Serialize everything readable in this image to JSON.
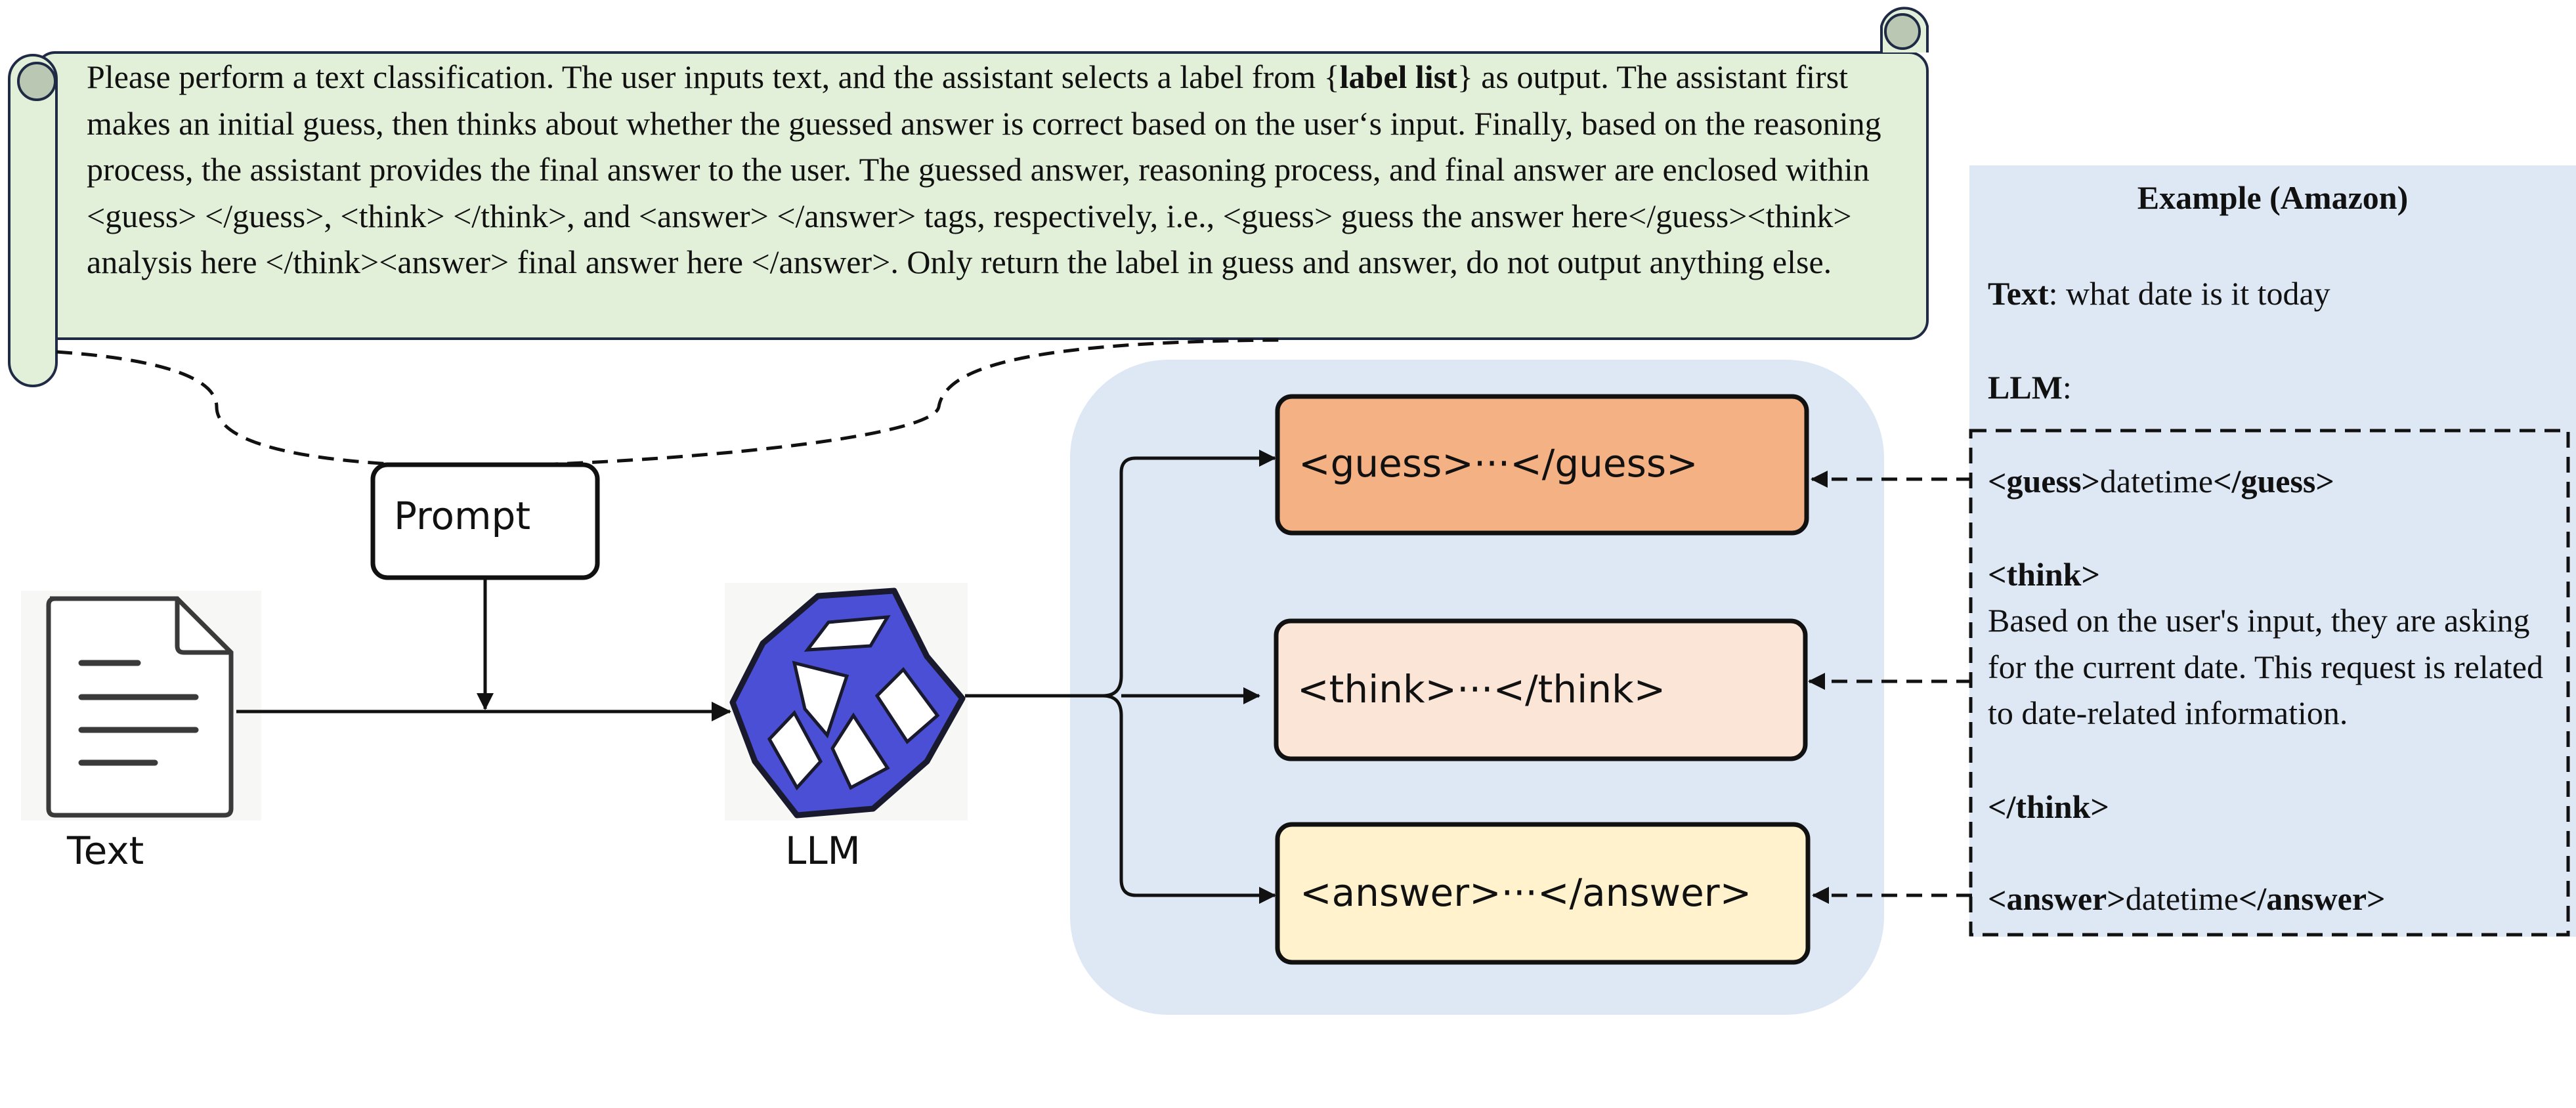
{
  "prompt_text": {
    "before_bold": "Please perform a text classification. The user inputs text, and the assistant selects a label from {",
    "bold": "label list",
    "after_bold": "} as output. The assistant first makes an initial guess, then thinks about whether the guessed answer is correct based on the user‘s input. Finally, based on the reasoning process, the assistant provides the final answer to the user. The guessed answer, reasoning process, and final answer are enclosed within <guess> </guess>, <think> </think>, and <answer> </answer> tags, respectively, i.e., <guess> guess the answer here</guess><think> analysis here </think><answer> final answer here </answer>. Only return the label in guess and answer, do not output anything else."
  },
  "nodes": {
    "prompt": "Prompt",
    "text": "Text",
    "llm": "LLM"
  },
  "outputs": {
    "guess": "<guess>···</guess>",
    "think": "<think>···</think>",
    "answer": "<answer>···</answer>"
  },
  "example": {
    "title": "Example (Amazon)",
    "text_label": "Text",
    "text_value": ": what date is it today",
    "llm_label": "LLM",
    "llm_colon": ":",
    "guess_open": "<guess>",
    "guess_value": "datetime",
    "guess_close": "</guess>",
    "think_open": "<think>",
    "think_body": "Based on the user's input, they are asking for the current date. This request is related to date-related information.",
    "think_close": "</think>",
    "answer_open": "<answer>",
    "answer_value": "datetime",
    "answer_close": "</answer>"
  },
  "colors": {
    "scroll_fill": "#e2efd9",
    "flow_panel": "#dde8f4",
    "guess_fill": "#f4b183",
    "think_fill": "#fbe5d6",
    "answer_fill": "#fff2cc",
    "llm_blue": "#4a4fd6"
  }
}
